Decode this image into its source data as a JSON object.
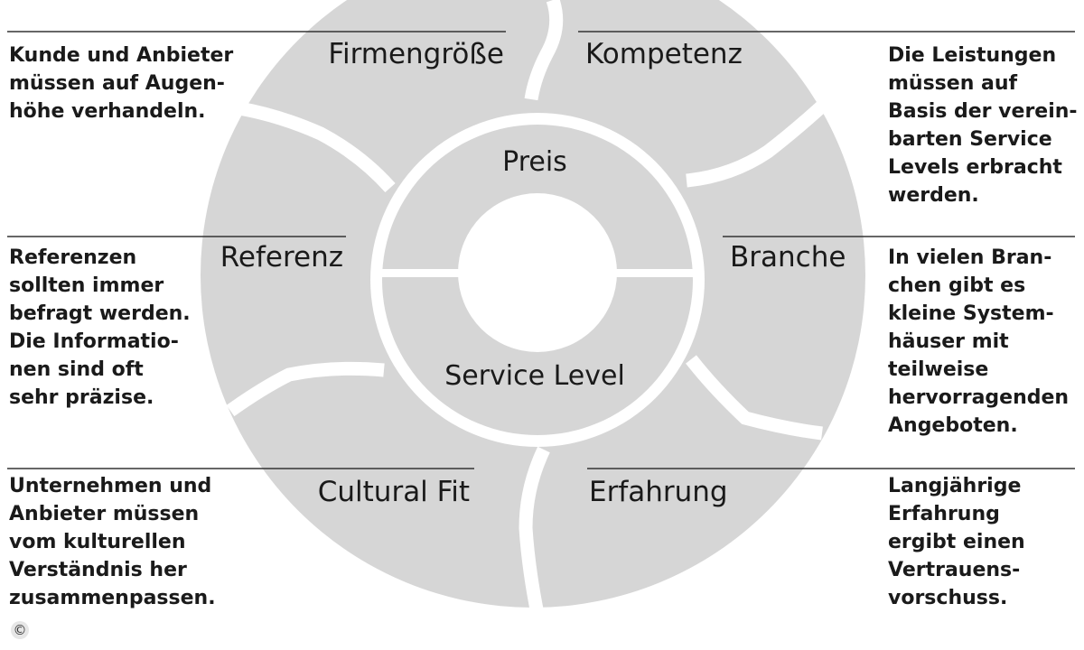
{
  "segments": [
    {
      "label": "Firmengröße",
      "description": "Kunde und Anbieter\nmüssen auf Augen-\nhöhe verhandeln."
    },
    {
      "label": "Kompetenz",
      "description": "Die Leistungen\nmüssen auf\nBasis der verein-\nbarten Service\nLevels erbracht\nwerden."
    },
    {
      "label": "Referenz",
      "description": "Referenzen\nsollten immer\nbefragt werden.\nDie Informatio-\nnen sind oft\nsehr präzise."
    },
    {
      "label": "Branche",
      "description": "In vielen Bran-\nchen gibt es\nkleine System-\nhäuser mit\nteilweise\nhervorragenden\nAngeboten."
    },
    {
      "label": "Cultural Fit",
      "description": "Unternehmen und\nAnbieter müssen\nvom kulturellen\nVerständnis her\nzusammenpassen."
    },
    {
      "label": "Erfahrung",
      "description": "Langjährige\nErfahrung\nergibt einen\nVertrauens-\nvorschuss."
    }
  ],
  "inner": {
    "top": "Preis",
    "bottom": "Service Level"
  },
  "copyright": "©",
  "colors": {
    "ring": "#d6d6d6",
    "text": "#1a1a1a",
    "rule": "#333333",
    "background": "#ffffff"
  }
}
